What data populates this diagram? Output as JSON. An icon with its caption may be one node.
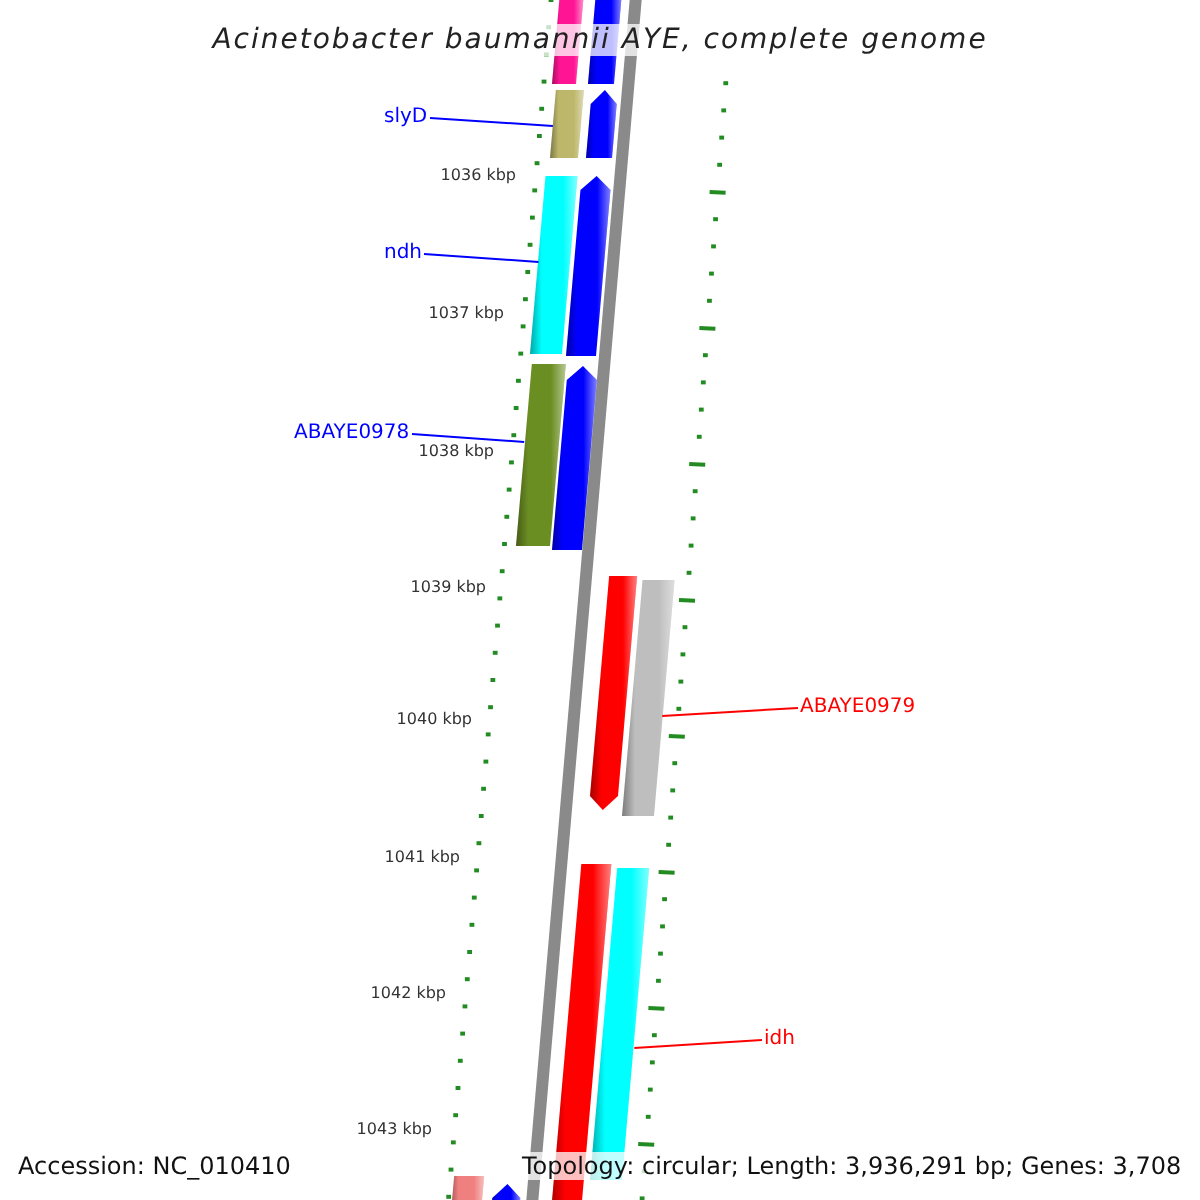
{
  "diagram": {
    "title": "Acinetobacter baumannii AYE, complete genome",
    "nodes": [
      {
        "text": [
          "slyD"
        ]
      },
      {
        "text": [
          "ndh"
        ]
      },
      {
        "text": [
          "ABAYE0978"
        ]
      },
      {
        "text": [
          "ABAYE0979"
        ]
      },
      {
        "text": [
          "idh"
        ]
      },
      {
        "text": [],
        "shape": "bar"
      },
      {
        "text": [],
        "shape": "bar"
      },
      {
        "text": [],
        "shape": "bar"
      },
      {
        "text": [],
        "shape": "bar"
      },
      {
        "text": [],
        "shape": "bar"
      },
      {
        "text": [],
        "shape": "bar"
      },
      {
        "text": [],
        "shape": "bar"
      },
      {
        "text": [],
        "shape": "bar"
      },
      {
        "text": [],
        "shape": "bar"
      },
      {
        "text": [],
        "shape": "bar"
      },
      {
        "text": [],
        "shape": "bar"
      },
      {
        "text": [],
        "shape": "bar"
      },
      {
        "text": [],
        "shape": "bar"
      },
      {
        "text": [],
        "shape": "bar"
      }
    ],
    "edges": [
      {
        "from": 0,
        "to": 7,
        "arrow": "none"
      },
      {
        "from": 1,
        "to": 9,
        "arrow": "none"
      },
      {
        "from": 2,
        "to": 11,
        "arrow": "none"
      },
      {
        "from": 3,
        "to": 14,
        "arrow": "none",
        "color": "#ff0000"
      },
      {
        "from": 4,
        "to": 16,
        "arrow": "none",
        "color": "#ff0000"
      }
    ],
    "labels": [
      "1036 kbp",
      "1037 kbp",
      "1038 kbp",
      "1039 kbp",
      "1040 kbp",
      "1041 kbp",
      "1042 kbp",
      "1043 kbp",
      "Accession: NC_010410",
      "Topology: circular; Length: 3,936,291 bp; Genes: 3,708"
    ]
  }
}
